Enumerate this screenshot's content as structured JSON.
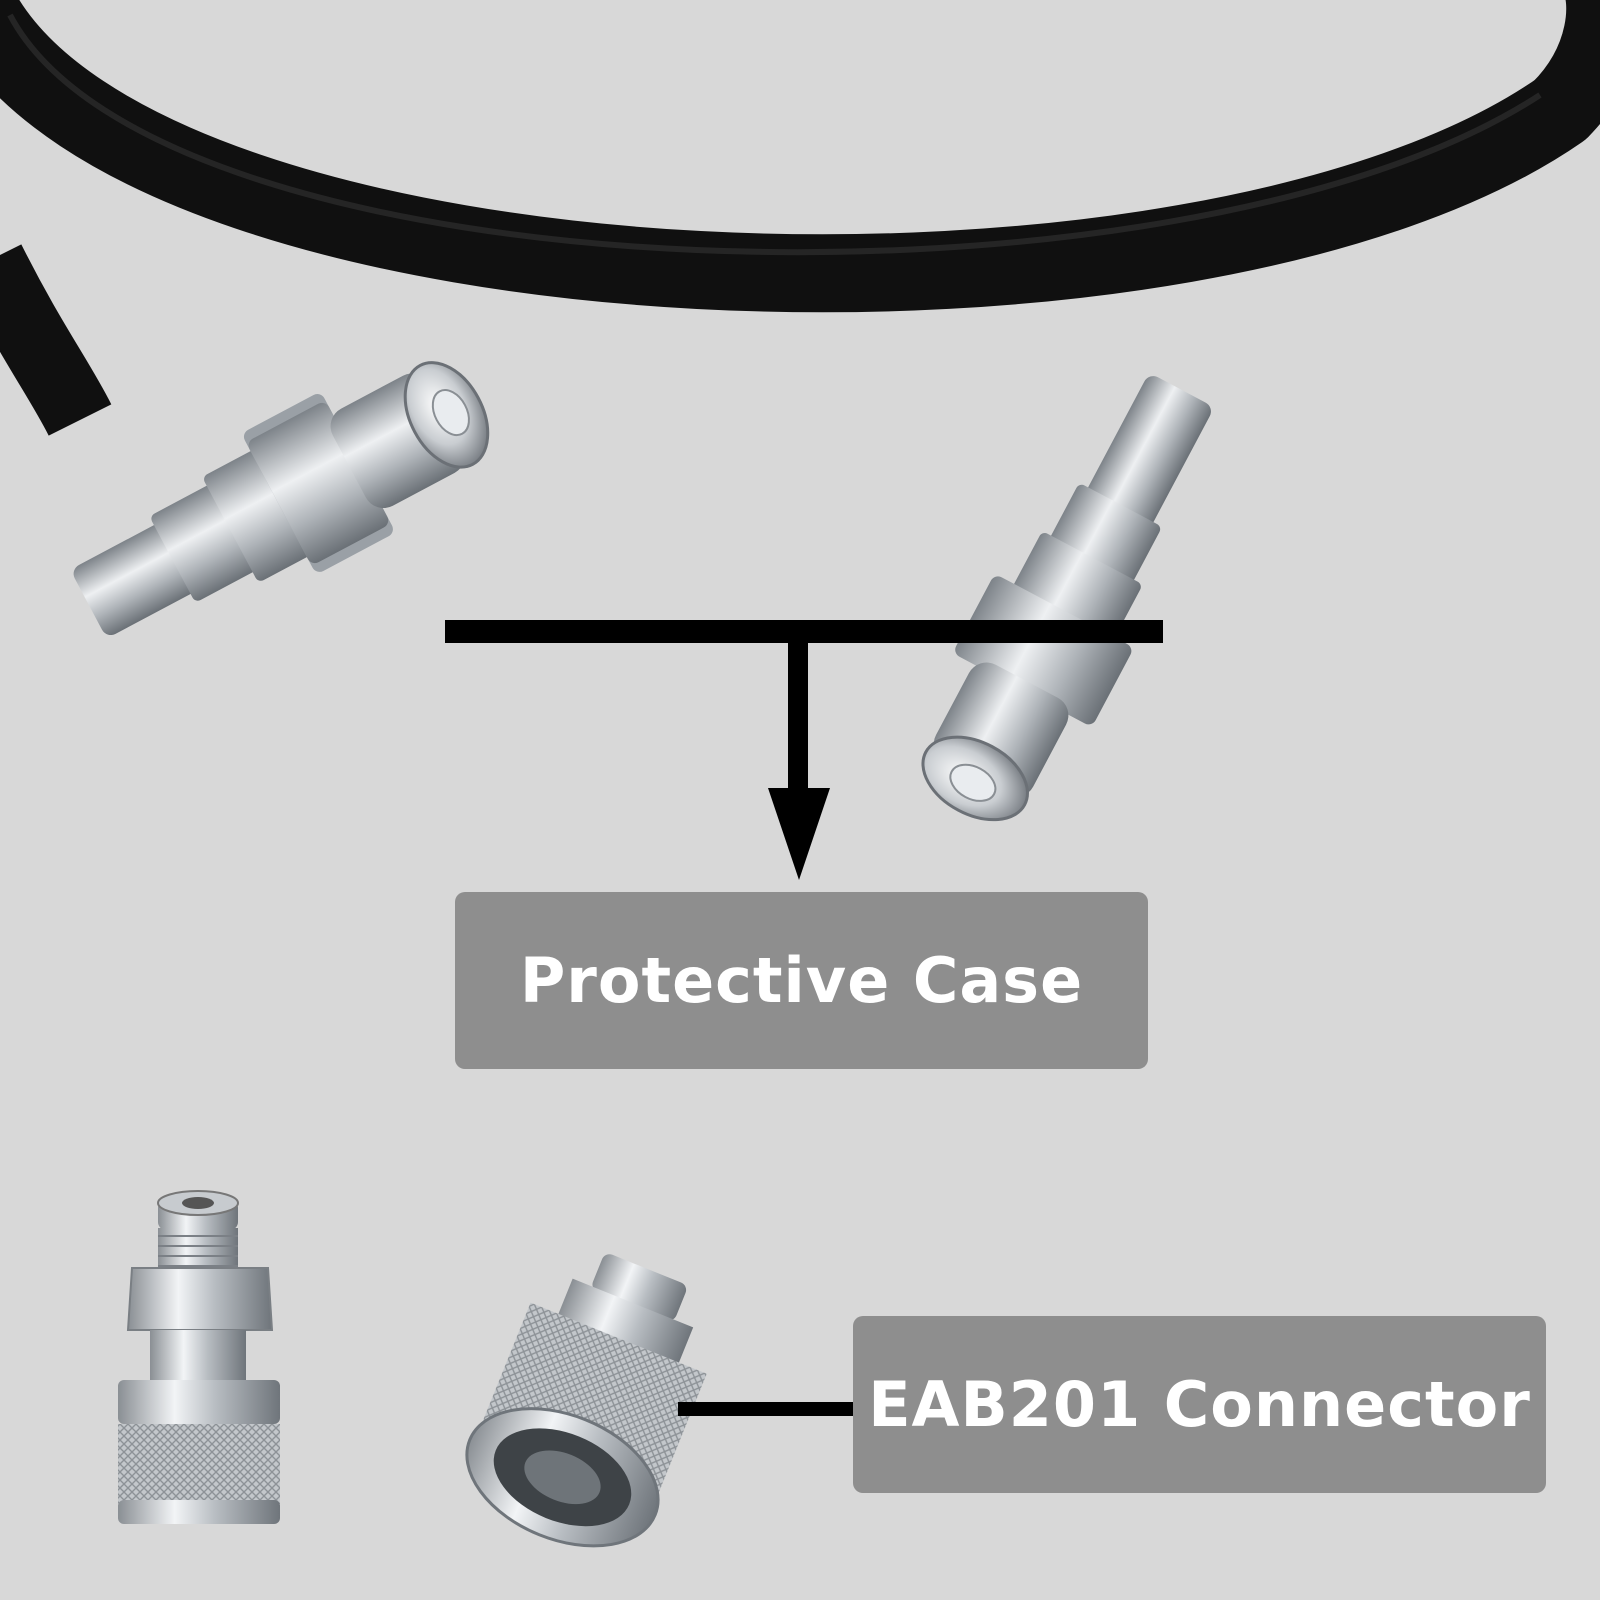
{
  "labels": {
    "protective_case": "Protective Case",
    "connector": "EAB201 Connector"
  },
  "colors": {
    "background": "#d8d8d8",
    "label_box": "#8e8e8e",
    "label_text": "#ffffff",
    "hose": "#111111",
    "arrow": "#000000"
  },
  "icons": [
    "hydraulic-hose",
    "quick-coupler-left",
    "quick-coupler-right",
    "eab201-connector-side",
    "eab201-connector-front",
    "down-arrow"
  ]
}
